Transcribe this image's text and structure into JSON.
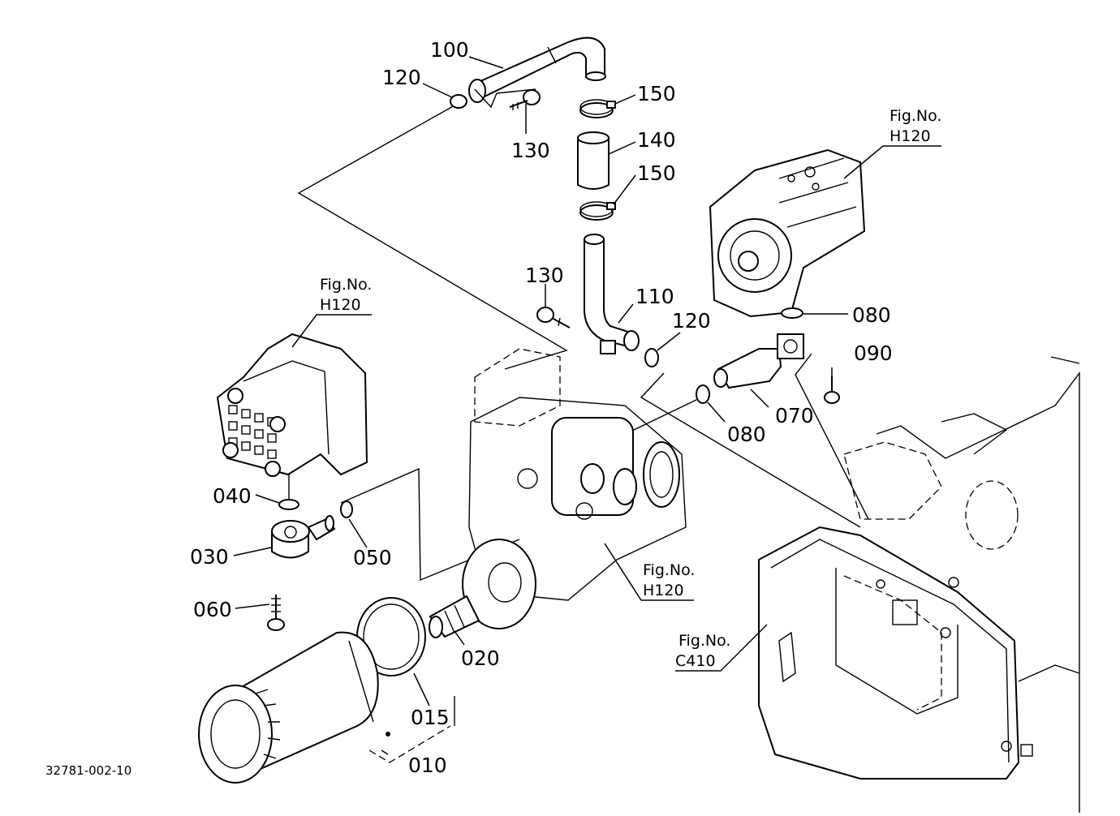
{
  "document_id": "32781-002-10",
  "part_labels": {
    "p100": "100",
    "p120_top": "120",
    "p130_top": "130",
    "p150_top": "150",
    "p140": "140",
    "p150_mid": "150",
    "p130_mid": "130",
    "p110": "110",
    "p120_mid": "120",
    "p080_top": "080",
    "p090": "090",
    "p070": "070",
    "p080_mid": "080",
    "p040": "040",
    "p030": "030",
    "p050": "050",
    "p060": "060",
    "p020": "020",
    "p015": "015",
    "p010": "010"
  },
  "figure_refs": {
    "pump_right": {
      "line1": "Fig.No.",
      "line2": "H120"
    },
    "pump_left": {
      "line1": "Fig.No.",
      "line2": "H120"
    },
    "housing": {
      "line1": "Fig.No.",
      "line2": "H120"
    },
    "case": {
      "line1": "Fig.No.",
      "line2": "C410"
    }
  }
}
